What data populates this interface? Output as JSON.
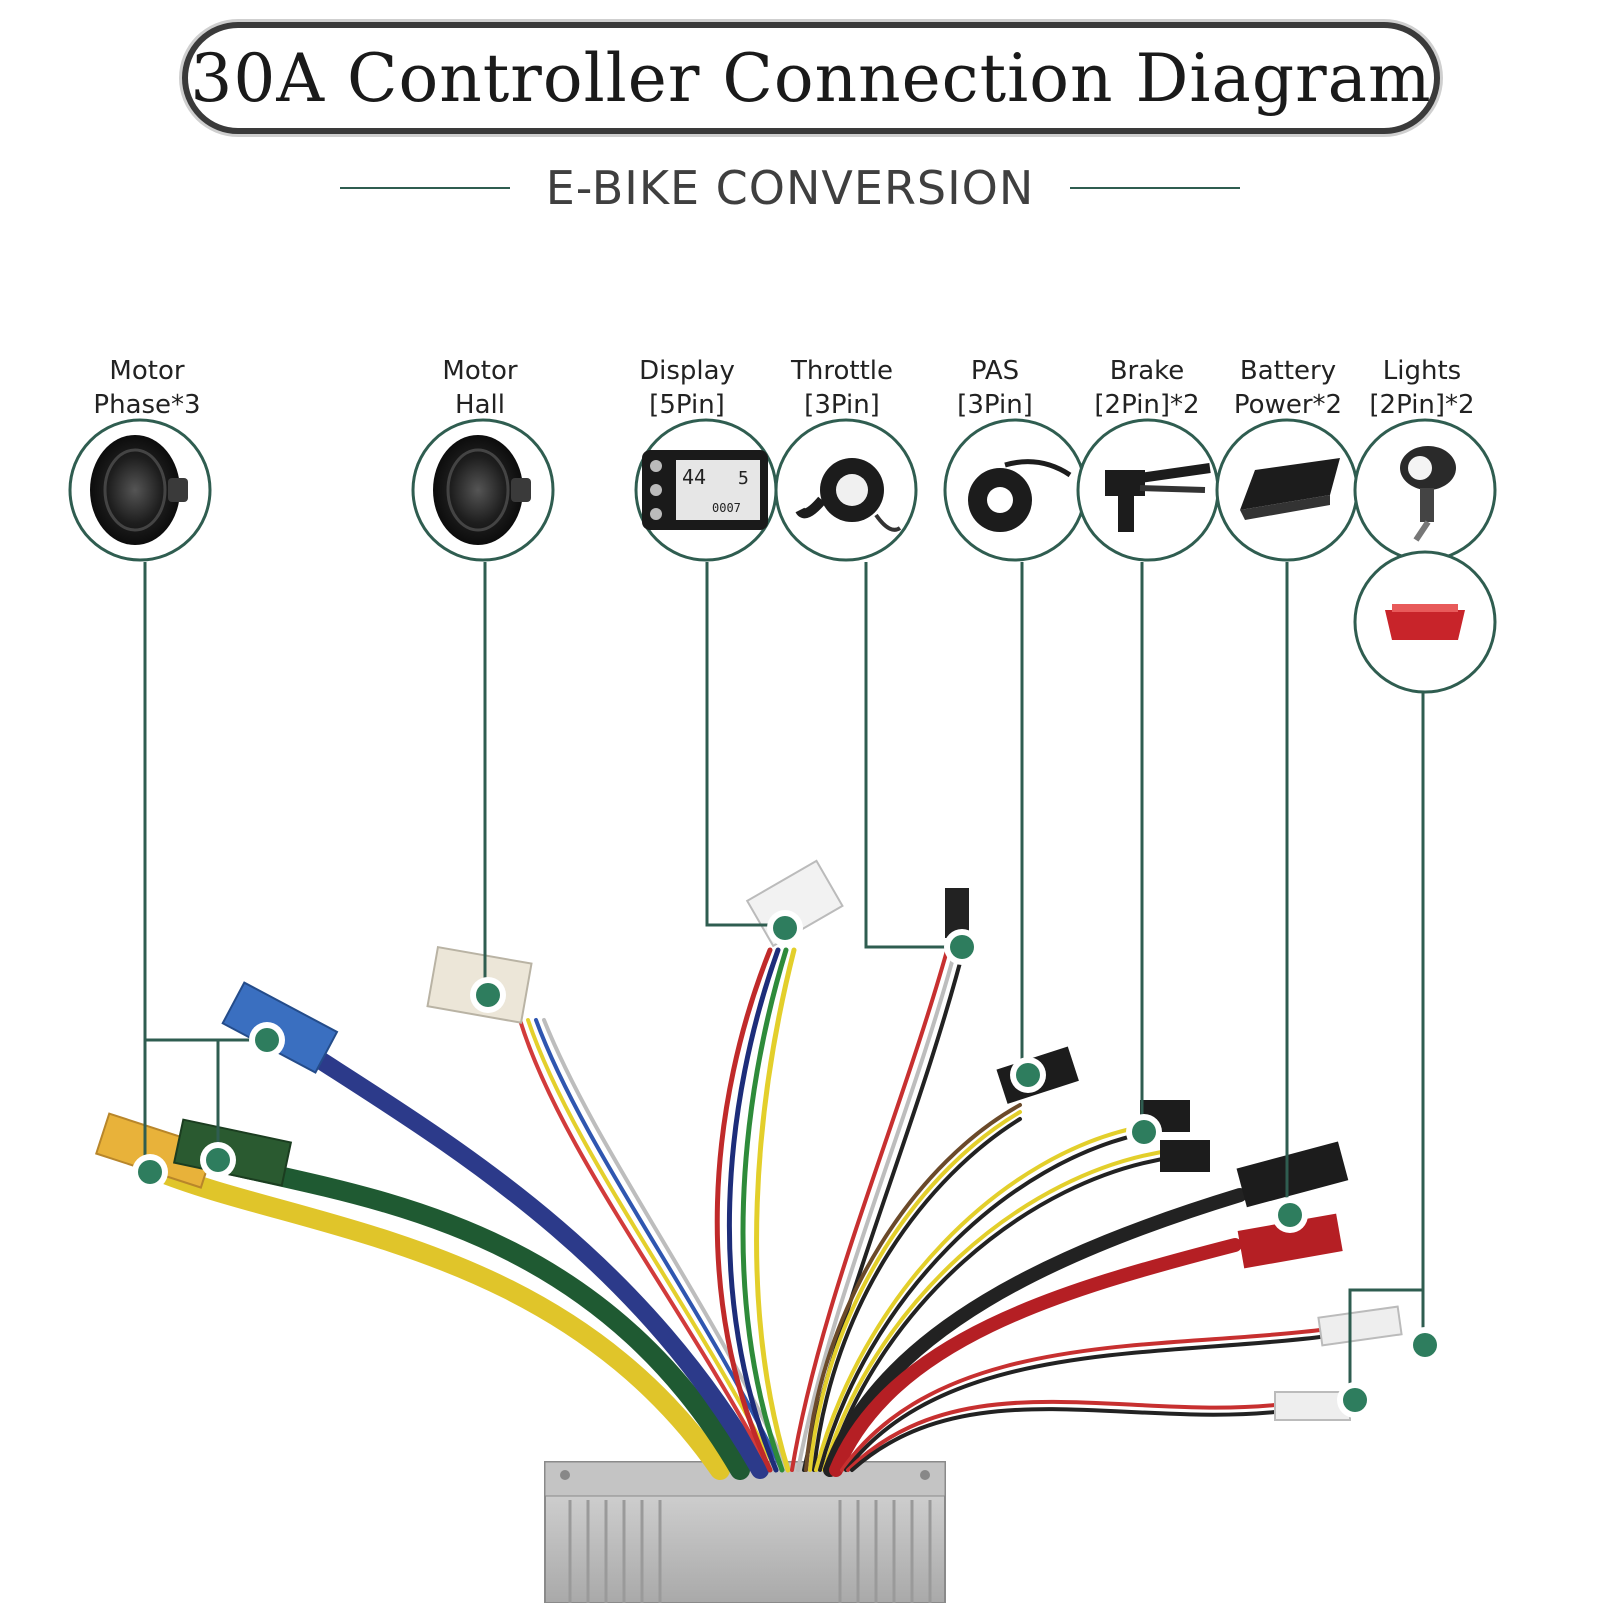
{
  "title": "30A Controller Connection Diagram",
  "subtitle": "E-BIKE CONVERSION",
  "colors": {
    "accent_line": "#2f5d50",
    "marker_dot": "#2e7d5e"
  },
  "components": [
    {
      "id": "motor-phase",
      "line1": "Motor",
      "line2": "Phase*3",
      "icon": "hub-motor-icon"
    },
    {
      "id": "motor-hall",
      "line1": "Motor",
      "line2": "Hall",
      "icon": "hub-motor-icon"
    },
    {
      "id": "display",
      "line1": "Display",
      "line2": "[5Pin]",
      "icon": "lcd-display-icon"
    },
    {
      "id": "throttle",
      "line1": "Throttle",
      "line2": "[3Pin]",
      "icon": "thumb-throttle-icon"
    },
    {
      "id": "pas",
      "line1": "PAS",
      "line2": "[3Pin]",
      "icon": "pas-sensor-icon"
    },
    {
      "id": "brake",
      "line1": "Brake",
      "line2": "[2Pin]*2",
      "icon": "brake-lever-icon"
    },
    {
      "id": "battery",
      "line1": "Battery",
      "line2": "Power*2",
      "icon": "battery-pack-icon"
    },
    {
      "id": "lights",
      "line1": "Lights",
      "line2": "[2Pin]*2",
      "icon": "headlight-icon"
    }
  ],
  "display_readout": {
    "speed": "44",
    "level": "5",
    "odo": "0007"
  }
}
